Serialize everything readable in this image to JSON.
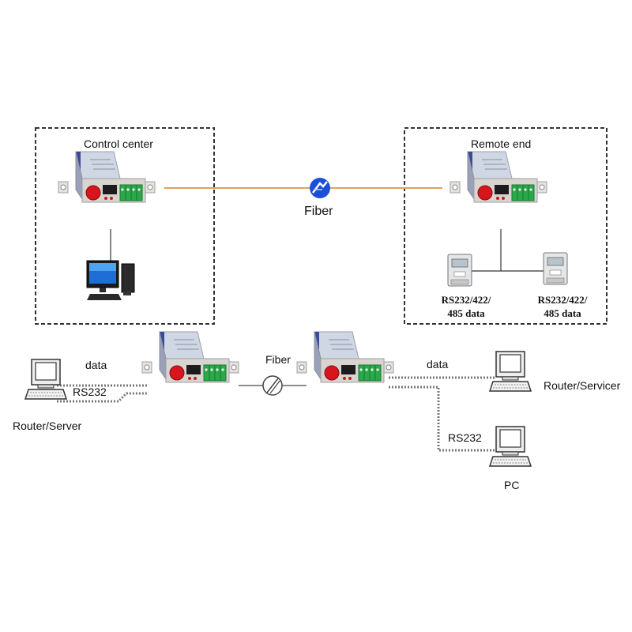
{
  "top": {
    "control_center_label": "Control center",
    "remote_end_label": "Remote end",
    "fiber_label": "Fiber",
    "meter_left_label_1": "RS232/422/",
    "meter_left_label_2": "485 data",
    "meter_right_label_1": "RS232/422/",
    "meter_right_label_2": "485 data"
  },
  "bottom": {
    "fiber_label": "Fiber",
    "left_data_label": "data",
    "left_rs232_label": "RS232",
    "left_device_label": "Router/Server",
    "right_data_label": "data",
    "right_rs232_label": "RS232",
    "right_top_device_label": "Router/Servicer",
    "right_bottom_device_label": "PC"
  },
  "colors": {
    "fiber_line": "#e0a060",
    "fiber_icon": "#1a4fd8",
    "dashed_border": "#333333",
    "device_body": "#d8d4d0",
    "device_top": "#cfd6e4",
    "device_blue_stripe": "#3a4a9a",
    "terminal_green": "#2aa84a",
    "connector_red": "#d8141c"
  },
  "icons": {
    "device": "fiber-converter-icon",
    "computer": "desktop-computer-icon",
    "meter": "electric-meter-icon",
    "terminal": "crt-terminal-icon",
    "fiber": "fiber-symbol-icon"
  }
}
